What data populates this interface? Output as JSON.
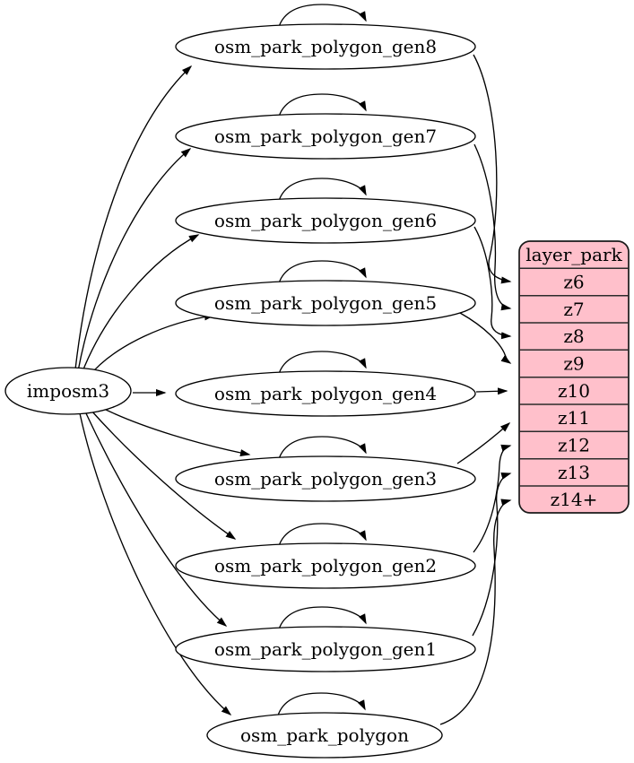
{
  "diagram": {
    "type": "graphviz-digraph",
    "description": "imposm3 import pipeline: generalized park polygon tables mapped to layer_park zoom levels",
    "source": {
      "label": "imposm3"
    },
    "generalized_tables": [
      {
        "label": "osm_park_polygon_gen8",
        "target_zoom": "z6",
        "has_self_loop": true
      },
      {
        "label": "osm_park_polygon_gen7",
        "target_zoom": "z7",
        "has_self_loop": true
      },
      {
        "label": "osm_park_polygon_gen6",
        "target_zoom": "z8",
        "has_self_loop": true
      },
      {
        "label": "osm_park_polygon_gen5",
        "target_zoom": "z9",
        "has_self_loop": true
      },
      {
        "label": "osm_park_polygon_gen4",
        "target_zoom": "z10",
        "has_self_loop": true
      },
      {
        "label": "osm_park_polygon_gen3",
        "target_zoom": "z11",
        "has_self_loop": true
      },
      {
        "label": "osm_park_polygon_gen2",
        "target_zoom": "z12",
        "has_self_loop": true
      },
      {
        "label": "osm_park_polygon_gen1",
        "target_zoom": "z13",
        "has_self_loop": true
      },
      {
        "label": "osm_park_polygon",
        "target_zoom": "z14+",
        "has_self_loop": true
      }
    ],
    "layer_table": {
      "title": "layer_park",
      "rows": [
        "z6",
        "z7",
        "z8",
        "z9",
        "z10",
        "z11",
        "z12",
        "z13",
        "z14+"
      ]
    },
    "colors": {
      "layer_fill": "#ffc0cb",
      "node_fill": "#ffffff",
      "stroke": "#000000"
    }
  }
}
